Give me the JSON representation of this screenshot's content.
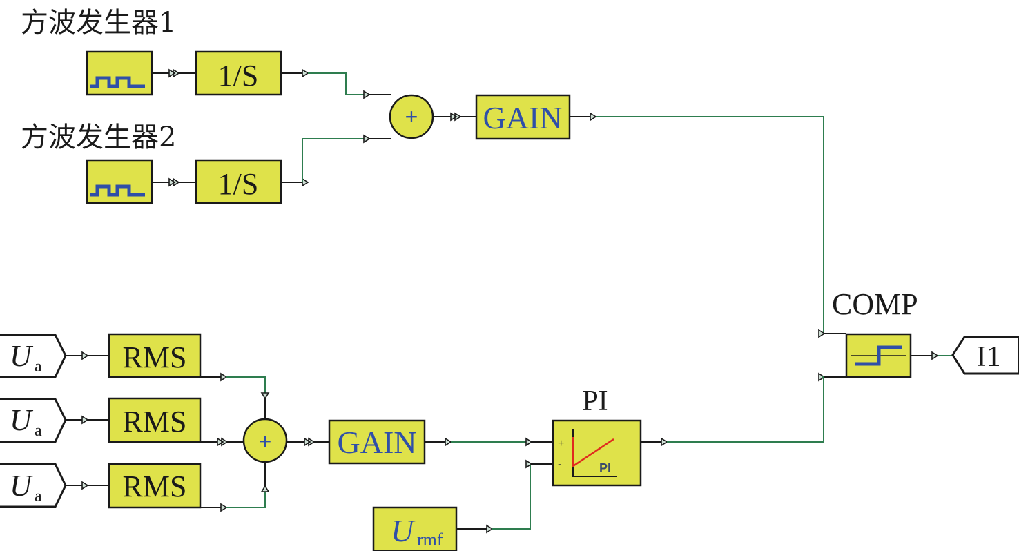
{
  "labels": {
    "square_wave_1": "方波发生器1",
    "square_wave_2": "方波发生器2",
    "comp": "COMP",
    "pi": "PI"
  },
  "blocks": {
    "integrator_1": "1/S",
    "integrator_2": "1/S",
    "sum_1_sign": "+",
    "gain_1": "GAIN",
    "rms_1": "RMS",
    "rms_2": "RMS",
    "rms_3": "RMS",
    "sum_2_sign": "+",
    "gain_2": "GAIN",
    "pi_plus": "+",
    "pi_minus": "-",
    "pi_inner": "PI",
    "urmf_main": "U",
    "urmf_sub": "rmf"
  },
  "tags": {
    "input_1": {
      "main": "U",
      "sub": "a"
    },
    "input_2": {
      "main": "U",
      "sub": "a"
    },
    "input_3": {
      "main": "U",
      "sub": "a"
    },
    "output": "I1"
  },
  "colors": {
    "block_fill": "#dfe24a",
    "wire_green": "#2e7d4f",
    "block_text_blue": "#2f4fa8",
    "pi_curve_red": "#e02b1e"
  }
}
